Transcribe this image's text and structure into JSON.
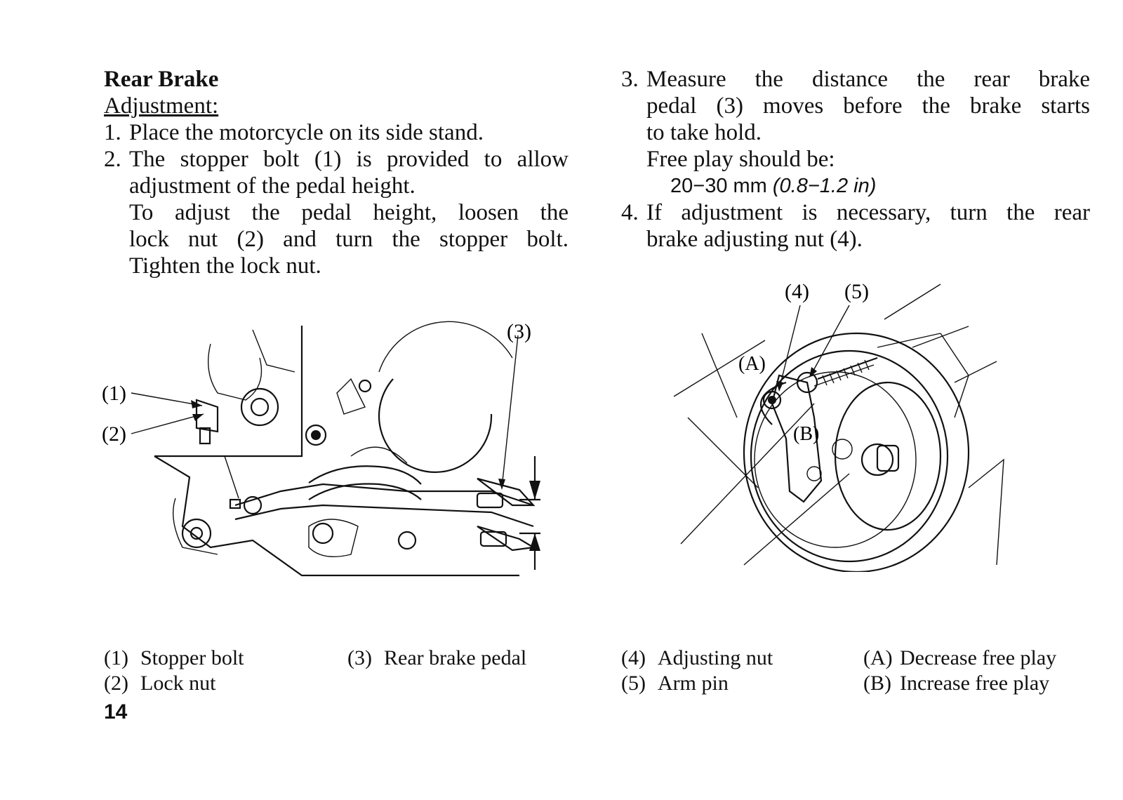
{
  "left": {
    "title": "Rear Brake",
    "subtitle": "Adjustment:",
    "steps": [
      {
        "num": "1.",
        "lines": [
          "Place the motorcycle on its side stand."
        ]
      },
      {
        "num": "2.",
        "lines": [
          "The stopper bolt (1) is provided to allow",
          "adjustment of the pedal height.",
          "To adjust the pedal height, loosen the",
          "lock nut (2) and turn the stopper bolt.",
          "Tighten the lock nut."
        ]
      }
    ]
  },
  "right": {
    "steps": [
      {
        "num": "3.",
        "lines": [
          "Measure the distance the rear brake",
          "pedal (3) moves before the brake starts",
          "to take hold.",
          "Free play should be:"
        ]
      },
      {
        "num": "4.",
        "lines": [
          "If adjustment is necessary, turn the rear",
          "brake adjusting nut (4)."
        ]
      }
    ],
    "spec": {
      "value": "20−30 mm",
      "paren": "(0.8−1.2 in)"
    }
  },
  "callouts": {
    "c1": "(1)",
    "c2": "(2)",
    "c3": "(3)",
    "c4": "(4)",
    "c5": "(5)",
    "cA": "(A)",
    "cB": "(B)"
  },
  "legend": {
    "items": [
      {
        "key": "(1)",
        "text": "Stopper bolt"
      },
      {
        "key": "(2)",
        "text": "Lock nut"
      },
      {
        "key": "(3)",
        "text": "Rear brake pedal"
      },
      {
        "key": "(4)",
        "text": "Adjusting nut"
      },
      {
        "key": "(5)",
        "text": "Arm pin"
      },
      {
        "key": "(A)",
        "text": "Decrease free play"
      },
      {
        "key": "(B)",
        "text": "Increase free play"
      }
    ]
  },
  "page_number": "14"
}
